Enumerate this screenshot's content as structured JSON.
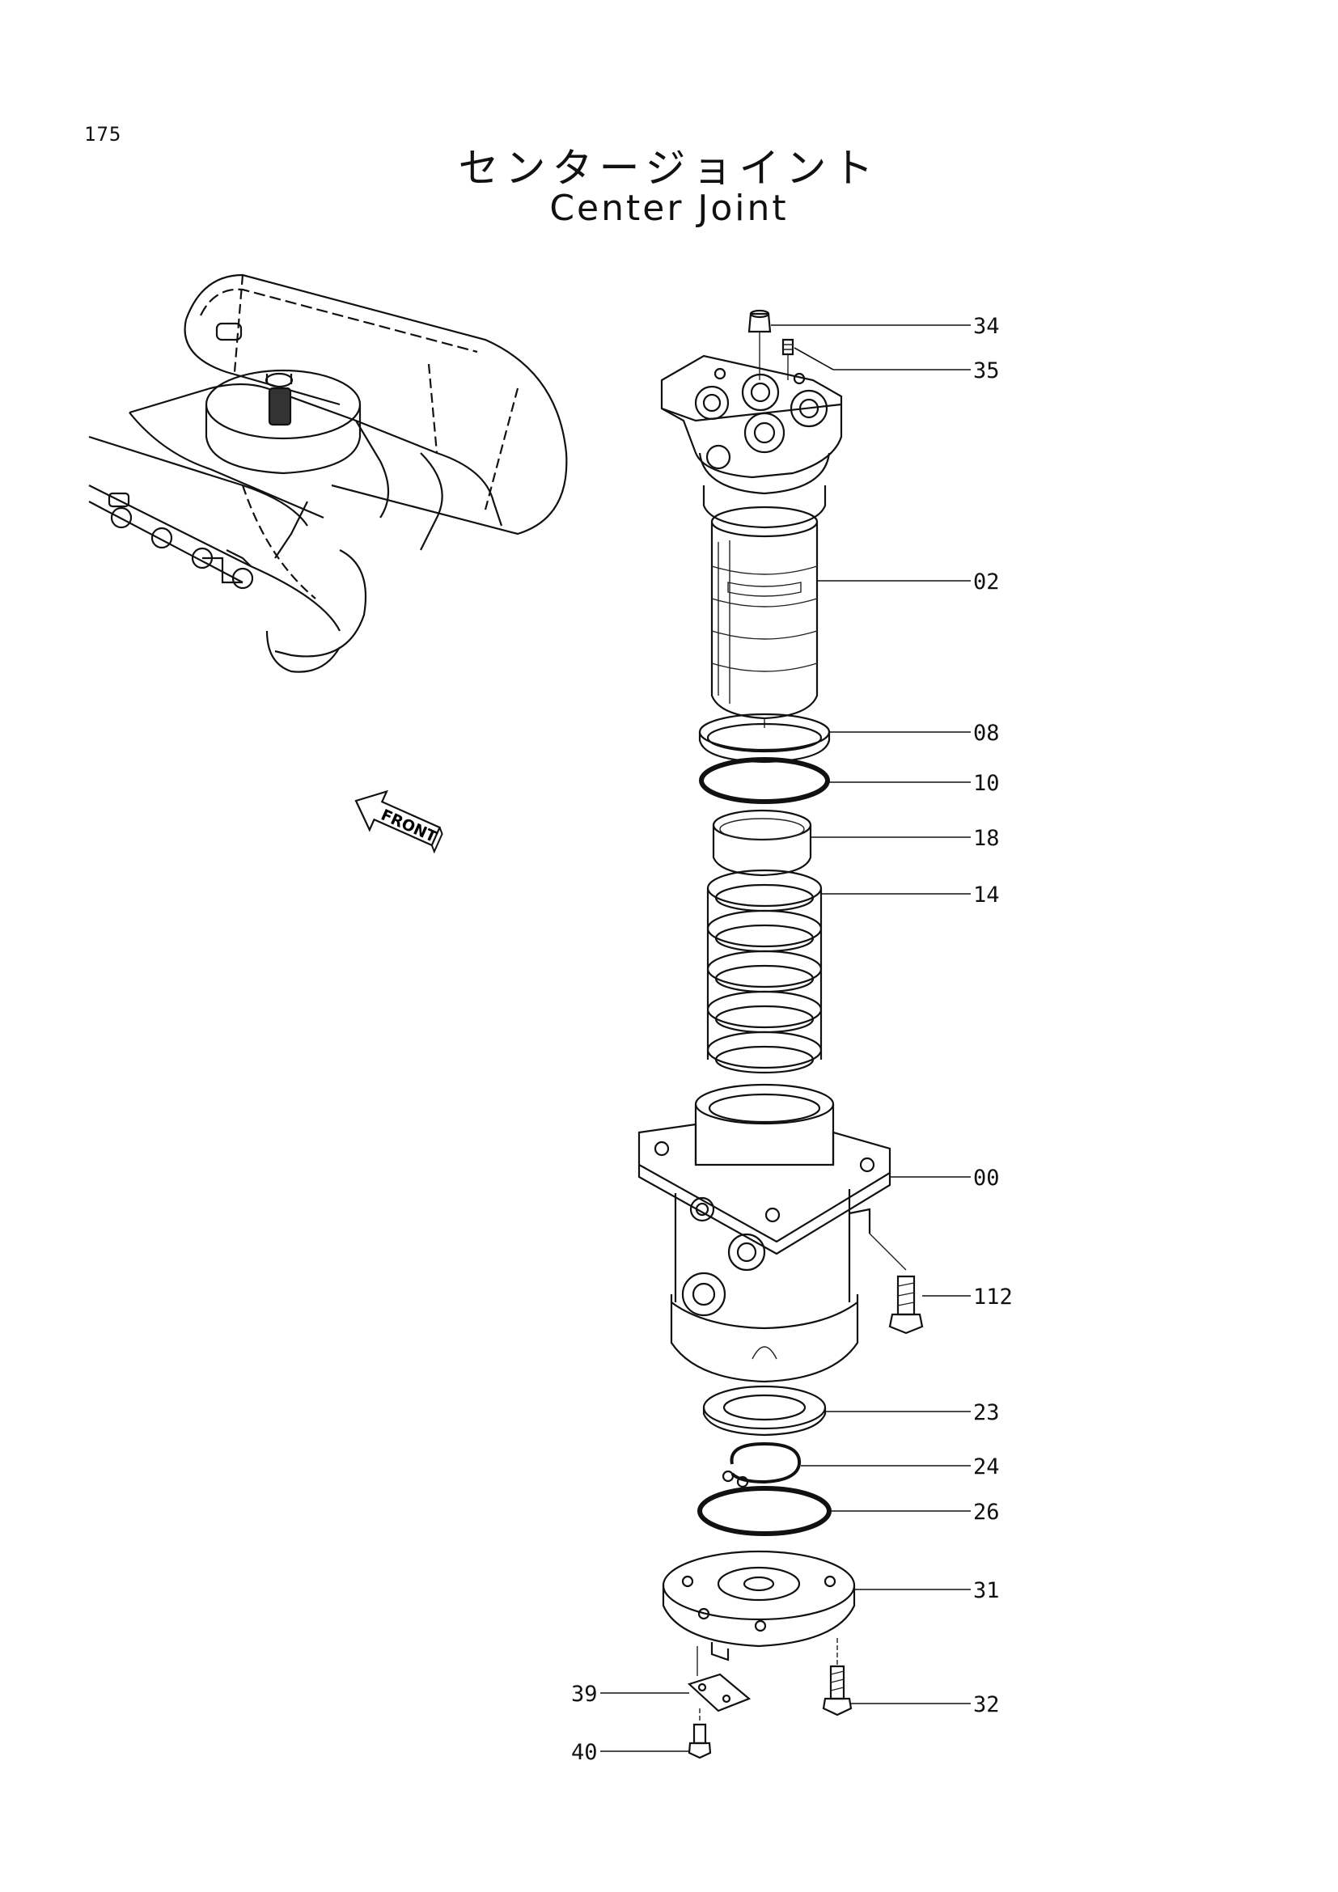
{
  "page": {
    "number": "175",
    "title_jp": "センタージョイント",
    "title_en": "Center  Joint"
  },
  "orientation": {
    "arrow_text": "FRONT"
  },
  "parts": [
    {
      "no": "34"
    },
    {
      "no": "35"
    },
    {
      "no": "02"
    },
    {
      "no": "08"
    },
    {
      "no": "10"
    },
    {
      "no": "18"
    },
    {
      "no": "14"
    },
    {
      "no": "00"
    },
    {
      "no": "112"
    },
    {
      "no": "23"
    },
    {
      "no": "24"
    },
    {
      "no": "26"
    },
    {
      "no": "31"
    },
    {
      "no": "32"
    },
    {
      "no": "39"
    },
    {
      "no": "40"
    }
  ]
}
